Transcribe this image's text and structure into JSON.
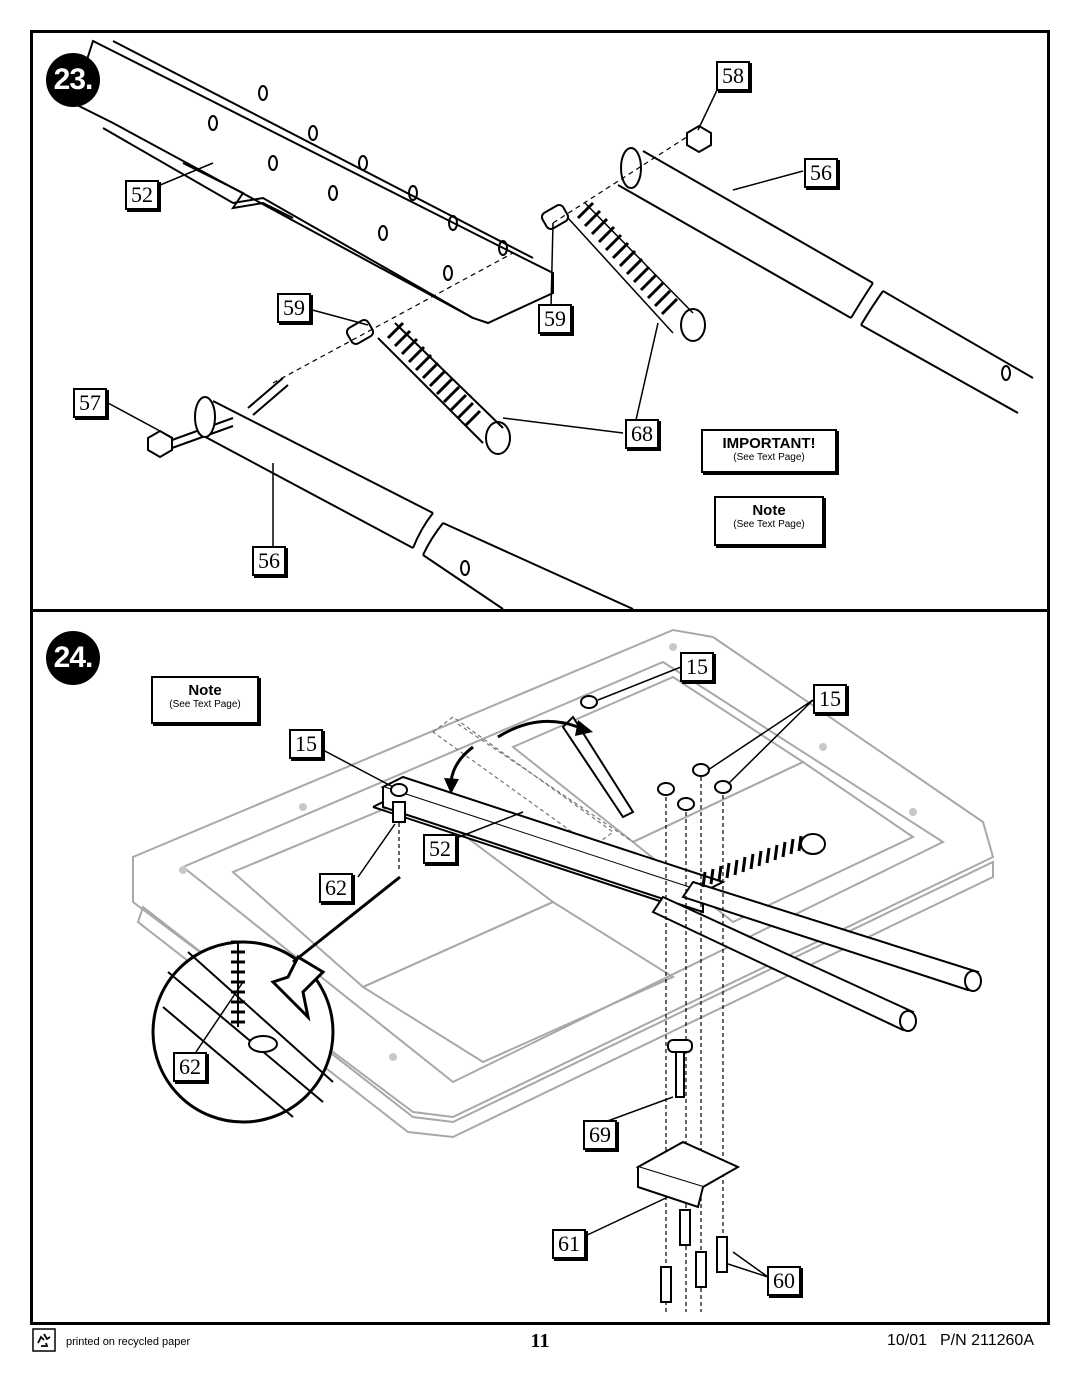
{
  "step23": {
    "number": "23.",
    "callouts": [
      "58",
      "56",
      "52",
      "59",
      "59",
      "57",
      "68",
      "56"
    ],
    "important": {
      "title": "IMPORTANT!",
      "sub": "(See Text Page)"
    },
    "note": {
      "title": "Note",
      "sub": "(See Text Page)"
    }
  },
  "step24": {
    "number": "24.",
    "callouts": [
      "15",
      "15",
      "15",
      "52",
      "62",
      "62",
      "69",
      "61",
      "60"
    ],
    "note": {
      "title": "Note",
      "sub": "(See Text Page)"
    }
  },
  "footer": {
    "recycled": "printed on recycled paper",
    "page": "11",
    "date": "10/01",
    "part_number": "P/N 211260A"
  }
}
